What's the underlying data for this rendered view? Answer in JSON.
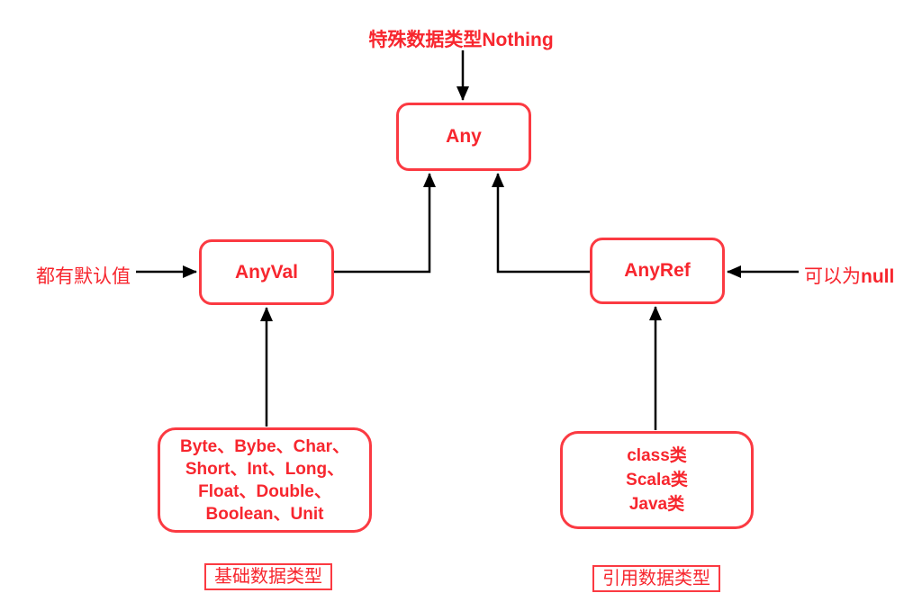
{
  "colors": {
    "box_border_red": "#fb3a42",
    "text_red": "#f7262e",
    "arrow_black": "#000000",
    "background": "#ffffff"
  },
  "top_label": {
    "text_cn": "特殊数据类型",
    "text_en": "Nothing"
  },
  "nodes": {
    "any": "Any",
    "anyval": "AnyVal",
    "anyref": "AnyRef",
    "value_types_lines": [
      "Byte、Bybe、Char、",
      "Short、Int、Long、",
      "Float、Double、",
      "Boolean、Unit"
    ],
    "ref_types_lines": [
      "class类",
      "Scala类",
      "Java类"
    ]
  },
  "annotations": {
    "left": "都有默认值",
    "right_cn": "可以为",
    "right_en": "null"
  },
  "captions": {
    "left": "基础数据类型",
    "right": "引用数据类型"
  }
}
